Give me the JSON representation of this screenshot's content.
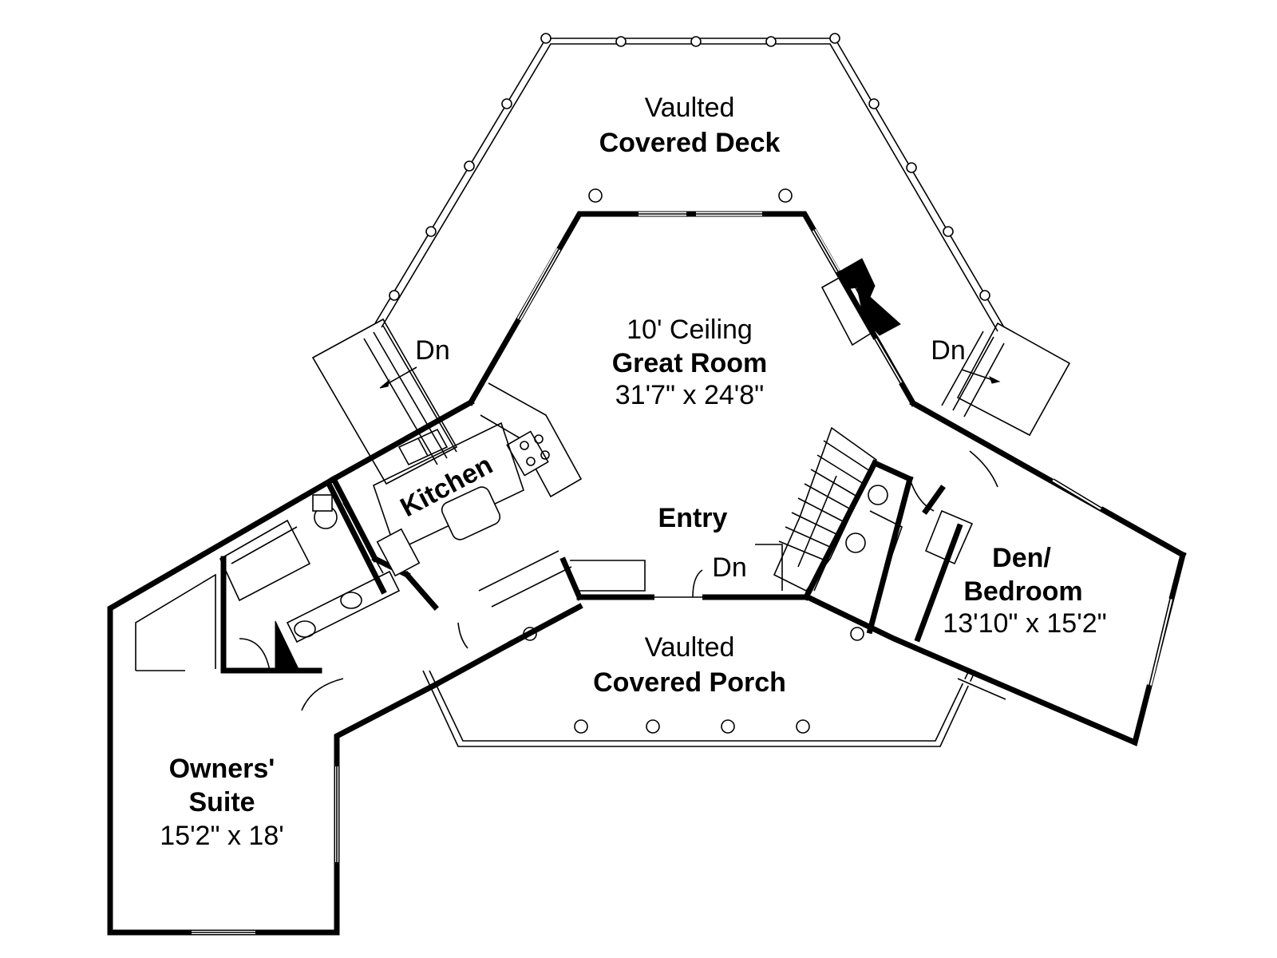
{
  "labels": {
    "deck_line1": "Vaulted",
    "deck_line2": "Covered Deck",
    "great_line1": "10' Ceiling",
    "great_line2": "Great Room",
    "great_dims": "31'7\" x 24'8\"",
    "kitchen": "Kitchen",
    "entry": "Entry",
    "dn_left": "Dn",
    "dn_right": "Dn",
    "dn_entry": "Dn",
    "den_line1": "Den/",
    "den_line2": "Bedroom",
    "den_dims": "13'10\" x 15'2\"",
    "porch_line1": "Vaulted",
    "porch_line2": "Covered Porch",
    "owners_line1": "Owners'",
    "owners_line2": "Suite",
    "owners_dims": "15'2\" x 18'"
  }
}
